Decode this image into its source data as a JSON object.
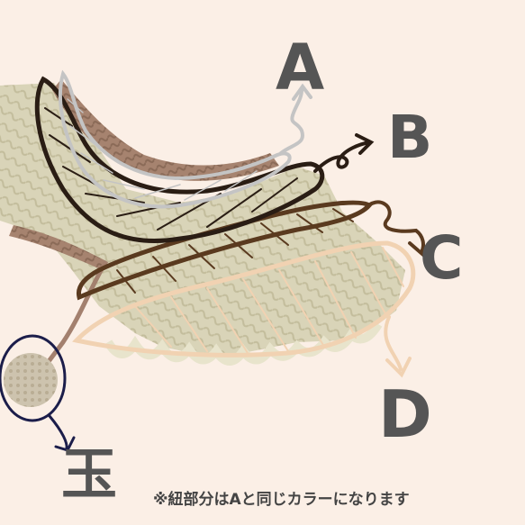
{
  "labels": {
    "a": "A",
    "b": "B",
    "c": "C",
    "d": "D",
    "bead": "玉"
  },
  "note": "※紐部分はAと同じカラーになります",
  "colors": {
    "background": "#fbefe6",
    "yarn_cream": "#d8d3b6",
    "yarn_brown": "#a3806e",
    "outline_a": "#c4c4c4",
    "outline_b": "#2a1d14",
    "outline_c": "#5a3a1f",
    "outline_d": "#f1d2b2",
    "outline_bead": "#1b1d4a",
    "text": "#555555"
  }
}
